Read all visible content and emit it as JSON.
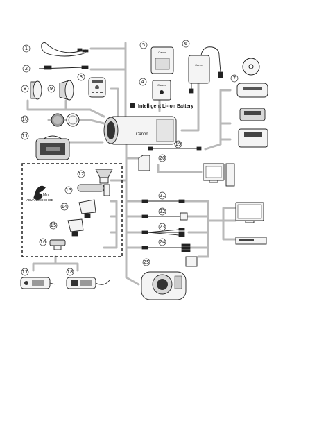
{
  "battery_label": "Intelligent Li-ion Battery",
  "shoe_logo": {
    "line1": "Mini",
    "line2": "ADVANCED SHOE"
  },
  "brand": "Canon",
  "callouts": [
    "①",
    "②",
    "③",
    "④",
    "⑤",
    "⑥",
    "⑦",
    "⑧",
    "⑨",
    "⑩",
    "⑪",
    "⑫",
    "⑬",
    "⑭",
    "⑮",
    "⑯",
    "⑰",
    "⑱",
    "⑲",
    "⑳",
    "⑴",
    "⑵",
    "⑶",
    "⑷",
    "⑸"
  ]
}
